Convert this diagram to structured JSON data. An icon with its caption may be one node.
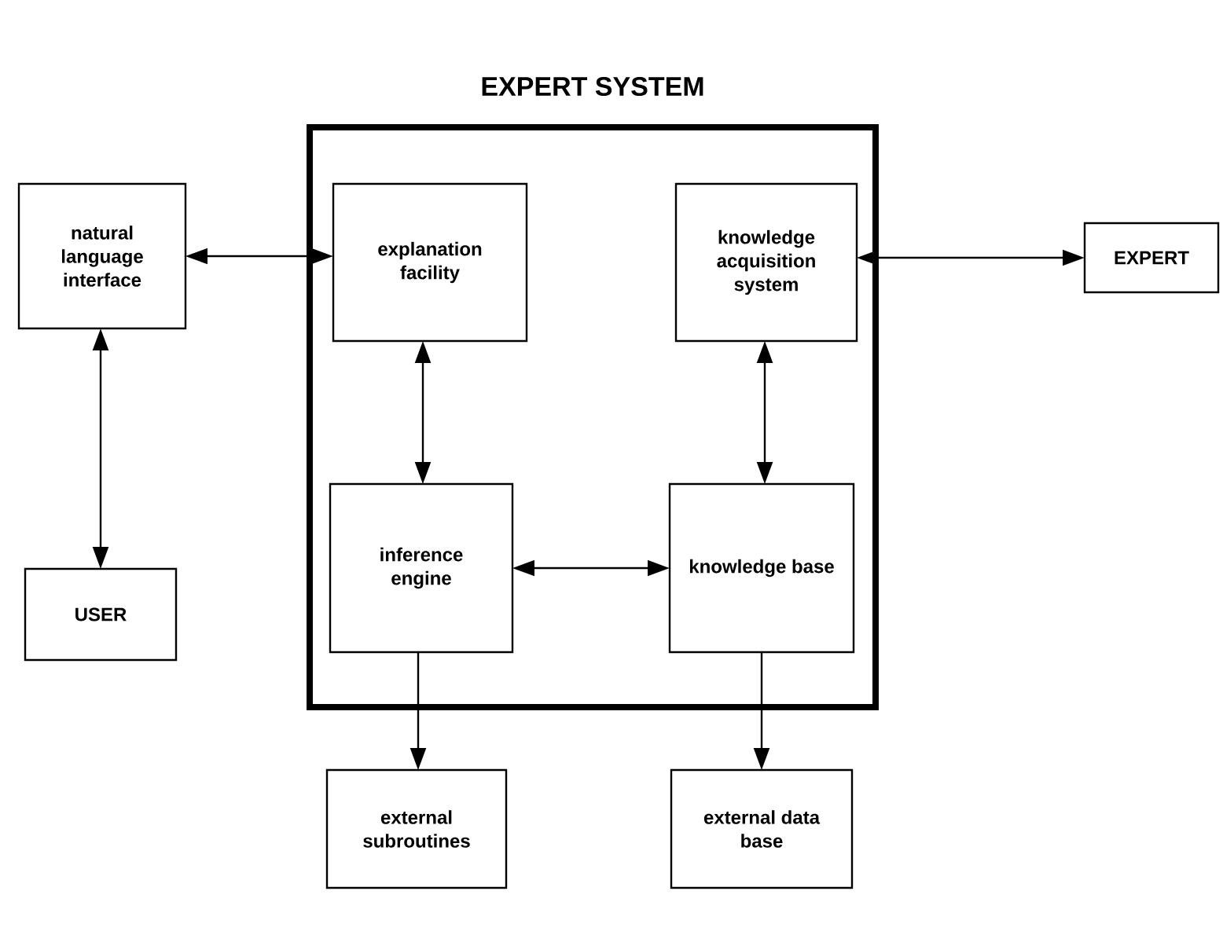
{
  "diagram": {
    "title": "EXPERT SYSTEM",
    "nodes": [
      {
        "text": [],
        "shape": "box"
      },
      {
        "text": [
          "natural language interface"
        ]
      },
      {
        "text": [
          "explanation facility"
        ],
        "in": 0
      },
      {
        "text": [
          "knowledge acquisition system"
        ],
        "in": 0
      },
      {
        "text": [
          "EXPERT"
        ]
      },
      {
        "text": [
          "USER"
        ]
      },
      {
        "text": [
          "inference engine"
        ],
        "in": 0
      },
      {
        "text": [
          "knowledge base"
        ],
        "in": 0
      },
      {
        "text": [
          "external subroutines"
        ]
      },
      {
        "text": [
          "external data base"
        ]
      }
    ],
    "edges": [
      {
        "from": 1,
        "to": 2,
        "arrow": "both"
      },
      {
        "from": 3,
        "to": 4,
        "arrow": "both"
      },
      {
        "from": 1,
        "to": 5,
        "arrow": "both"
      },
      {
        "from": 2,
        "to": 6,
        "arrow": "both"
      },
      {
        "from": 3,
        "to": 7,
        "arrow": "both"
      },
      {
        "from": 6,
        "to": 7,
        "arrow": "both"
      },
      {
        "from": 6,
        "to": 8,
        "arrow": "to"
      },
      {
        "from": 7,
        "to": 9,
        "arrow": "to"
      }
    ]
  }
}
